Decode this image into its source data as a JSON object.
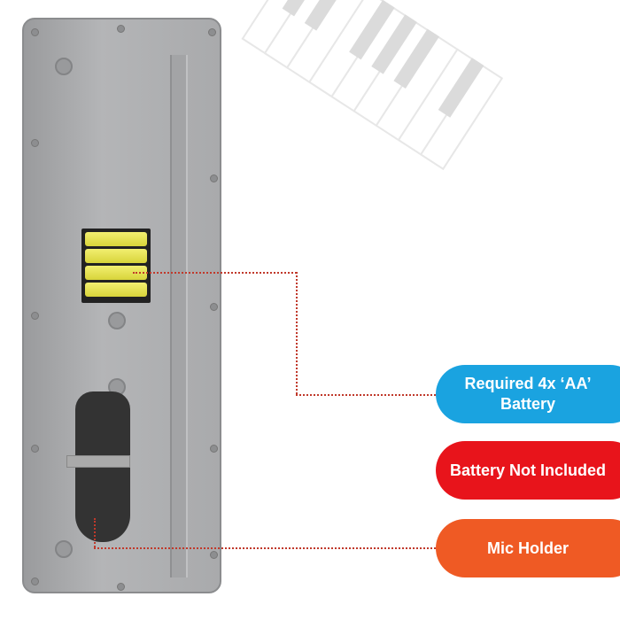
{
  "labels": {
    "battery_required": "Required 4x ‘AA’ Battery",
    "battery_not_included": "Battery Not Included",
    "mic_holder": "Mic Holder"
  },
  "colors": {
    "blue": "#1aa3e0",
    "red": "#e8141b",
    "orange": "#ef5a24"
  }
}
